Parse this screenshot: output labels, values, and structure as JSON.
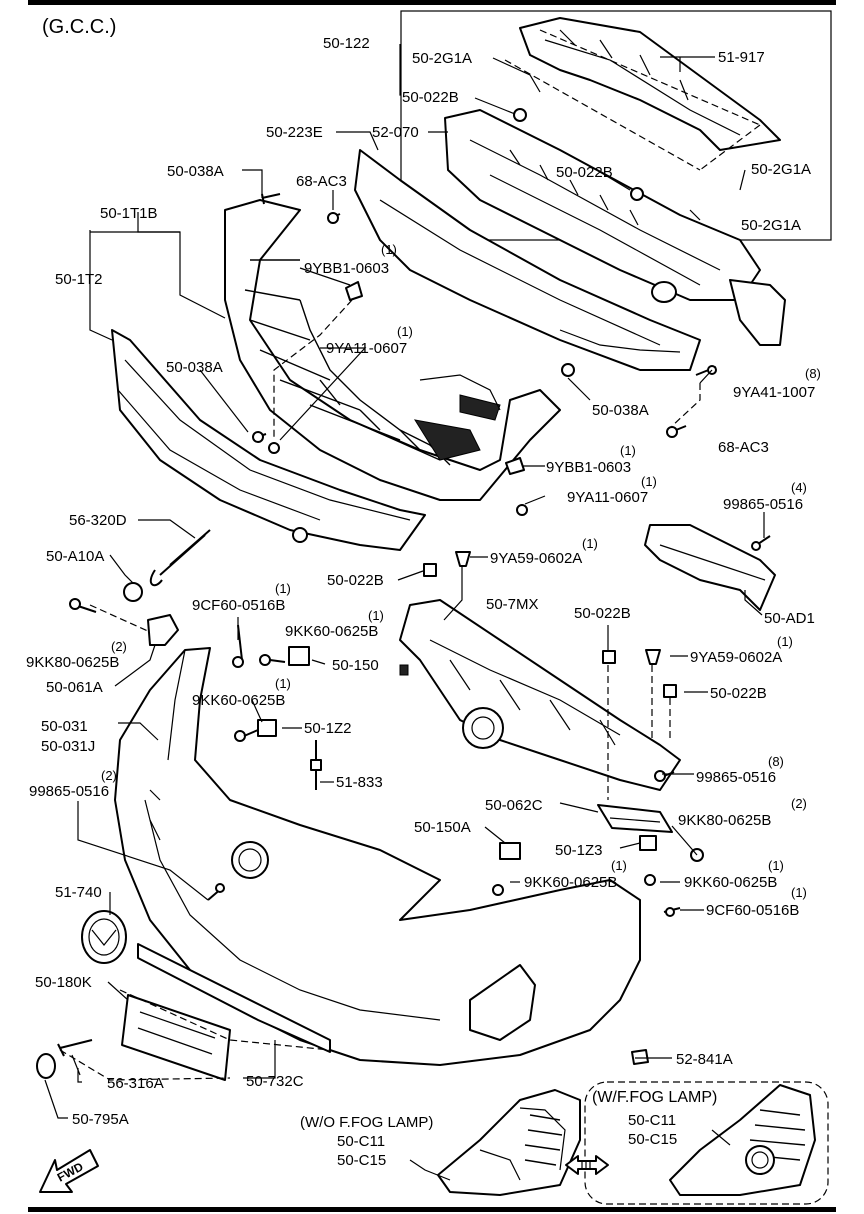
{
  "header": "(G.C.C.)",
  "parts": [
    {
      "id": "p-50-122",
      "text": "50-122"
    },
    {
      "id": "p-50-2G1A-a",
      "text": "50-2G1A"
    },
    {
      "id": "p-51-917",
      "text": "51-917"
    },
    {
      "id": "p-50-022B-a",
      "text": "50-022B"
    },
    {
      "id": "p-52-070",
      "text": "52-070"
    },
    {
      "id": "p-50-223E",
      "text": "50-223E"
    },
    {
      "id": "p-50-022B-b",
      "text": "50-022B"
    },
    {
      "id": "p-50-2G1A-b",
      "text": "50-2G1A"
    },
    {
      "id": "p-50-2G1A-c",
      "text": "50-2G1A"
    },
    {
      "id": "p-50-038A-a",
      "text": "50-038A"
    },
    {
      "id": "p-68-AC3-a",
      "text": "68-AC3"
    },
    {
      "id": "p-50-1T1B",
      "text": "50-1T1B"
    },
    {
      "id": "p-9YBB1-0603-a",
      "text": "9YBB1-0603"
    },
    {
      "id": "p-50-1T2",
      "text": "50-1T2"
    },
    {
      "id": "p-9YA11-0607-a",
      "text": "9YA11-0607"
    },
    {
      "id": "p-50-038A-b",
      "text": "50-038A"
    },
    {
      "id": "p-50-038A-c",
      "text": "50-038A"
    },
    {
      "id": "p-9YA41-1007",
      "text": "9YA41-1007"
    },
    {
      "id": "p-68-AC3-b",
      "text": "68-AC3"
    },
    {
      "id": "p-9YBB1-0603-b",
      "text": "9YBB1-0603"
    },
    {
      "id": "p-9YA11-0607-b",
      "text": "9YA11-0607"
    },
    {
      "id": "p-99865-0516-a",
      "text": "99865-0516"
    },
    {
      "id": "p-56-320D",
      "text": "56-320D"
    },
    {
      "id": "p-50-A10A",
      "text": "50-A10A"
    },
    {
      "id": "p-9YA59-0602A-a",
      "text": "9YA59-0602A"
    },
    {
      "id": "p-50-022B-c",
      "text": "50-022B"
    },
    {
      "id": "p-50-AD1",
      "text": "50-AD1"
    },
    {
      "id": "p-9CF60-0516B-a",
      "text": "9CF60-0516B"
    },
    {
      "id": "p-50-7MX",
      "text": "50-7MX"
    },
    {
      "id": "p-9KK60-0625B-a",
      "text": "9KK60-0625B"
    },
    {
      "id": "p-50-022B-d",
      "text": "50-022B"
    },
    {
      "id": "p-9KK80-0625B-a",
      "text": "9KK80-0625B"
    },
    {
      "id": "p-9YA59-0602A-b",
      "text": "9YA59-0602A"
    },
    {
      "id": "p-50-150",
      "text": "50-150"
    },
    {
      "id": "p-50-061A",
      "text": "50-061A"
    },
    {
      "id": "p-9KK60-0625B-b",
      "text": "9KK60-0625B"
    },
    {
      "id": "p-50-022B-e",
      "text": "50-022B"
    },
    {
      "id": "p-50-031",
      "text": "50-031"
    },
    {
      "id": "p-50-031J",
      "text": "50-031J"
    },
    {
      "id": "p-50-1Z2",
      "text": "50-1Z2"
    },
    {
      "id": "p-99865-0516-b",
      "text": "99865-0516"
    },
    {
      "id": "p-99865-0516-c",
      "text": "99865-0516"
    },
    {
      "id": "p-51-833",
      "text": "51-833"
    },
    {
      "id": "p-50-062C",
      "text": "50-062C"
    },
    {
      "id": "p-9KK80-0625B-b",
      "text": "9KK80-0625B"
    },
    {
      "id": "p-50-150A",
      "text": "50-150A"
    },
    {
      "id": "p-50-1Z3",
      "text": "50-1Z3"
    },
    {
      "id": "p-9KK60-0625B-c",
      "text": "9KK60-0625B"
    },
    {
      "id": "p-9KK60-0625B-d",
      "text": "9KK60-0625B"
    },
    {
      "id": "p-51-740",
      "text": "51-740"
    },
    {
      "id": "p-9CF60-0516B-b",
      "text": "9CF60-0516B"
    },
    {
      "id": "p-50-180K",
      "text": "50-180K"
    },
    {
      "id": "p-52-841A",
      "text": "52-841A"
    },
    {
      "id": "p-56-316A",
      "text": "56-316A"
    },
    {
      "id": "p-50-732C",
      "text": "50-732C"
    },
    {
      "id": "p-50-795A",
      "text": "50-795A"
    },
    {
      "id": "p-50-C11-a",
      "text": "50-C11"
    },
    {
      "id": "p-50-C15-a",
      "text": "50-C15"
    },
    {
      "id": "p-50-C11-b",
      "text": "50-C11"
    },
    {
      "id": "p-50-C15-b",
      "text": "50-C15"
    }
  ],
  "quantities": [
    {
      "id": "q-9YBB1-0603-a",
      "text": "(1)"
    },
    {
      "id": "q-9YA11-0607-a",
      "text": "(1)"
    },
    {
      "id": "q-9YA41-1007",
      "text": "(8)"
    },
    {
      "id": "q-9YBB1-0603-b",
      "text": "(1)"
    },
    {
      "id": "q-9YA11-0607-b",
      "text": "(1)"
    },
    {
      "id": "q-99865-0516-a",
      "text": "(4)"
    },
    {
      "id": "q-9YA59-0602A-a",
      "text": "(1)"
    },
    {
      "id": "q-9CF60-0516B-a",
      "text": "(1)"
    },
    {
      "id": "q-9KK60-0625B-a",
      "text": "(1)"
    },
    {
      "id": "q-9KK80-0625B-a",
      "text": "(2)"
    },
    {
      "id": "q-9YA59-0602A-b",
      "text": "(1)"
    },
    {
      "id": "q-9KK60-0625B-b",
      "text": "(1)"
    },
    {
      "id": "q-99865-0516-b",
      "text": "(8)"
    },
    {
      "id": "q-99865-0516-c",
      "text": "(2)"
    },
    {
      "id": "q-9KK80-0625B-b",
      "text": "(2)"
    },
    {
      "id": "q-9KK60-0625B-c",
      "text": "(1)"
    },
    {
      "id": "q-9KK60-0625B-d",
      "text": "(1)"
    },
    {
      "id": "q-9CF60-0516B-b",
      "text": "(1)"
    }
  ],
  "variants": {
    "without_fog": "(W/O F.FOG LAMP)",
    "with_fog": "(W/F.FOG LAMP)"
  },
  "fwd_label": "FWD"
}
